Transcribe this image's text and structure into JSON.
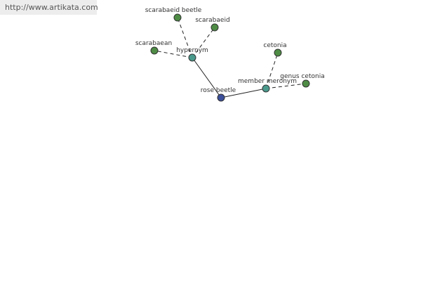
{
  "watermark": {
    "text": "http://www.artikata.com"
  },
  "colors": {
    "root": "#3b4f9a",
    "relation": "#4a9a8c",
    "leaf": "#4e8c45"
  },
  "graph": {
    "nodes": [
      {
        "id": "rose-beetle",
        "label": "rose beetle",
        "kind": "root"
      },
      {
        "id": "hypernym",
        "label": "hypernym",
        "kind": "relation"
      },
      {
        "id": "member-meronym",
        "label": "member meronym",
        "kind": "relation"
      },
      {
        "id": "scarabaeid-beetle",
        "label": "scarabaeid beetle",
        "kind": "leaf"
      },
      {
        "id": "scarabaeid",
        "label": "scarabaeid",
        "kind": "leaf"
      },
      {
        "id": "scarabaean",
        "label": "scarabaean",
        "kind": "leaf"
      },
      {
        "id": "cetonia",
        "label": "cetonia",
        "kind": "leaf"
      },
      {
        "id": "genus-cetonia",
        "label": "genus cetonia",
        "kind": "leaf"
      }
    ],
    "edges": [
      {
        "from": "rose-beetle",
        "to": "hypernym",
        "style": "solid"
      },
      {
        "from": "rose-beetle",
        "to": "member-meronym",
        "style": "solid"
      },
      {
        "from": "hypernym",
        "to": "scarabaeid-beetle",
        "style": "dashed"
      },
      {
        "from": "hypernym",
        "to": "scarabaeid",
        "style": "dashed"
      },
      {
        "from": "hypernym",
        "to": "scarabaean",
        "style": "dashed"
      },
      {
        "from": "member-meronym",
        "to": "cetonia",
        "style": "dashed"
      },
      {
        "from": "member-meronym",
        "to": "genus-cetonia",
        "style": "dashed"
      }
    ]
  }
}
